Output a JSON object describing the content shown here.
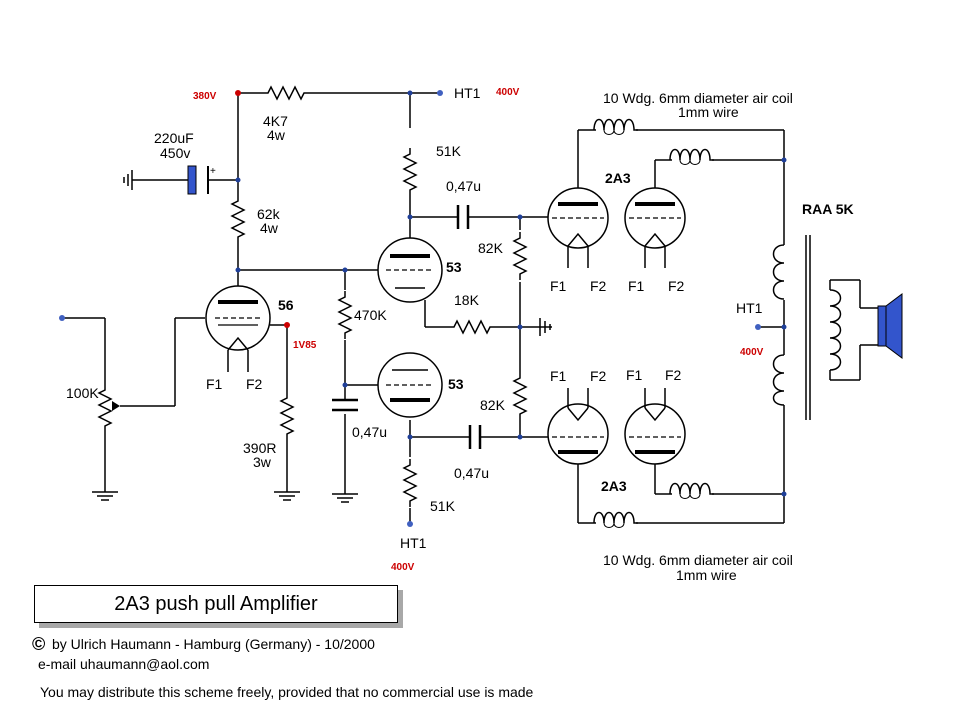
{
  "labels": {
    "v380": "380V",
    "r4k7": "4K7",
    "r4k7_w": "4w",
    "ht1_top": "HT1",
    "v400_top": "400V",
    "cap220": "220uF",
    "cap450": "450v",
    "cap_plus": "+",
    "r62k": "62k",
    "r62k_w": "4w",
    "r51k_top": "51K",
    "c047_top": "0,47u",
    "r82k_top": "82K",
    "t53_top": "53",
    "t56": "56",
    "v1v85": "1V85",
    "r470k": "470K",
    "r18k": "18K",
    "t53_bot": "53",
    "r82k_bot": "82K",
    "pot100k": "100K",
    "f1_56": "F1",
    "f2_56": "F2",
    "r390": "390R",
    "r390_w": "3w",
    "c047_mid": "0,47u",
    "c047_bot": "0,47u",
    "r51k_bot": "51K",
    "ht1_bot": "HT1",
    "v400_bot": "400V",
    "coil_top_1": "10 Wdg. 6mm diameter air coil",
    "coil_top_2": "1mm wire",
    "coil_bot_1": "10 Wdg. 6mm diameter air coil",
    "coil_bot_2": "1mm wire",
    "t2a3_top": "2A3",
    "t2a3_bot": "2A3",
    "f1_a": "F1",
    "f2_a": "F2",
    "f1_b": "F1",
    "f2_b": "F2",
    "f1_c": "F1",
    "f2_c": "F2",
    "f1_d": "F1",
    "f2_d": "F2",
    "raa": "RAA 5K",
    "ht1_mid": "HT1",
    "v400_mid": "400V"
  },
  "footer": {
    "title": "2A3  push pull Amplifier",
    "copyright_symbol": "©",
    "byline": "by Ulrich Haumann - Hamburg (Germany) - 10/2000",
    "email": "e-mail  uhaumann@aol.com",
    "notice": "You may distribute this scheme freely, provided that no commercial use is made"
  },
  "colors": {
    "wire": "#000000",
    "junction": "#1f3f99",
    "terminal": "#4060c0",
    "tube_fill": "#ffffff",
    "warning_red": "#cc0000",
    "speaker": "#3355cc"
  }
}
